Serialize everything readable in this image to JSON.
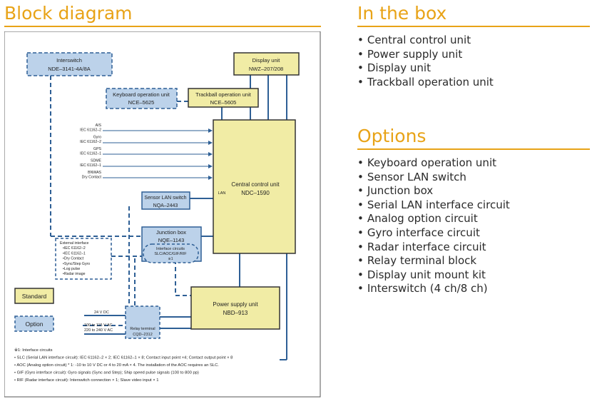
{
  "sections": {
    "block_diagram_title": "Block diagram",
    "in_the_box_title": "In the box",
    "options_title": "Options"
  },
  "in_the_box": [
    "Central control unit",
    "Power supply unit",
    "Display unit",
    "Trackball operation unit"
  ],
  "options": [
    "Keyboard operation unit",
    "Sensor LAN switch",
    "Junction box",
    "Serial LAN interface circuit",
    "Analog option circuit",
    "Gyro interface circuit",
    "Radar interface circuit",
    "Relay terminal block",
    "Display unit mount kit",
    "Interswitch (4 ch/8 ch)"
  ],
  "diagram": {
    "interswitch": {
      "name": "Interswitch",
      "model": "NDE–3141-4A/8A"
    },
    "display": {
      "name": "Display unit",
      "model": "NWZ–207/208"
    },
    "keyboard": {
      "name": "Keyboard operation unit",
      "model": "NCE–5625"
    },
    "trackball": {
      "name": "Trackball operation unit",
      "model": "NCE–5605"
    },
    "central": {
      "name": "Central control unit",
      "model": "NDC–1590"
    },
    "lan_label": "LAN",
    "sensor_lan": {
      "name": "Sensor LAN switch",
      "model": "NQA–2443"
    },
    "junction": {
      "name": "Junction box",
      "model": "NQE–1143"
    },
    "interface_circuits": {
      "line1": "Interface circuits",
      "line2": "SLC/AOC/GIF/RIF",
      "note": "※1"
    },
    "power": {
      "name": "Power supply unit",
      "model": "NBD–913"
    },
    "relay": {
      "name": "Relay terminal",
      "model": "CQD–2312"
    },
    "inputs": [
      {
        "l1": "AIS",
        "l2": "IEC 61162–2"
      },
      {
        "l1": "Gyro",
        "l2": "IEC 61162–2"
      },
      {
        "l1": "GPS",
        "l2": "IEC 61162–1"
      },
      {
        "l1": "SDME",
        "l2": "IEC 61162–1"
      },
      {
        "l1": "BNWAS",
        "l2": "Dry Contact"
      }
    ],
    "external_interface": [
      "External interface",
      "•IEC 61162–2",
      "•IEC 61162–1",
      "•Dry Contact",
      "•Sync/Step Gyro",
      "•Log pulse",
      "•Radar image"
    ],
    "power_labels": {
      "dc": "24 V DC",
      "ac1": "100 to 115 V AC",
      "ac2": "220 to 240 V AC"
    },
    "legend": {
      "standard": "Standard",
      "option": "Option"
    },
    "footnotes": [
      "※1: Interface circuits",
      "• SLC (Serial LAN interface circuit): IEC 61162–2 × 2; IEC 61162–1 × 8; Contact input point ×4; Contact output point × 8",
      "• AOC (Analog option circuit) * 1: -10 to 10 V DC or 4 to 20 mA × 4. The installation of the AOC requires an SLC.",
      "• GIF (Gyro interface circuit): Gyro signals (Sync and Step); Ship speed pulse signals (100 to 800 pp)",
      "• RIF (Radar interface circuit): Interswitch connection × 1; Slave video input × 1"
    ]
  },
  "colors": {
    "accent": "#e8a317",
    "standard_fill": "#f1eca5",
    "option_fill": "#bcd2ea",
    "stroke": "#2e5f95"
  }
}
